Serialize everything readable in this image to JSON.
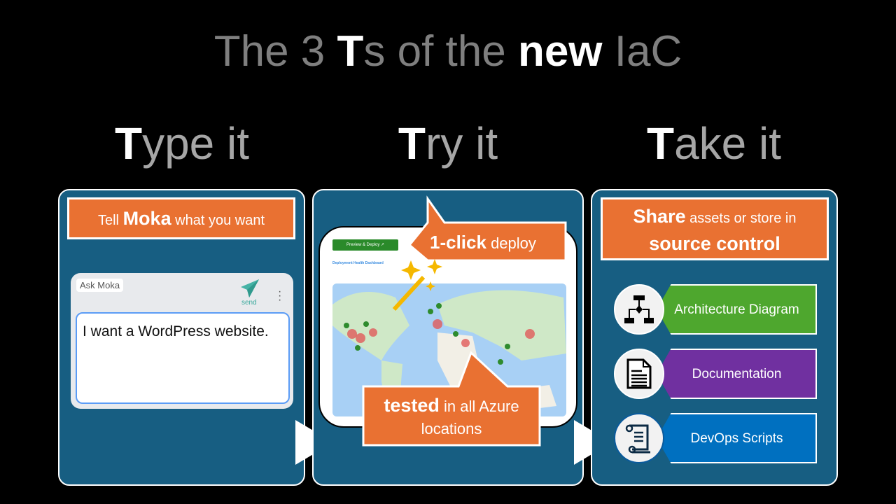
{
  "title": {
    "pre": "The 3 ",
    "t": "T",
    "mid": "s of the ",
    "new": "new",
    "post": " IaC"
  },
  "columns": [
    {
      "initial": "T",
      "rest": "ype it"
    },
    {
      "initial": "T",
      "rest": "ry it"
    },
    {
      "initial": "T",
      "rest": "ake it"
    }
  ],
  "type_panel": {
    "banner_pre": "Tell ",
    "banner_bold": "Moka",
    "banner_post": " what you want",
    "chat_label": "Ask Moka",
    "send_label": "send",
    "input_value": "I want a WordPress website."
  },
  "try_panel": {
    "preview_button": "Preview & Deploy ↗",
    "dashboard_title": "Deployment Health Dashboard",
    "callout1_bold": "1-click",
    "callout1_rest": " deploy",
    "callout2_bold": "tested",
    "callout2_rest": " in all Azure locations"
  },
  "take_panel": {
    "banner_bold1": "Share",
    "banner_rest": " assets or store in",
    "banner_bold2": "source control",
    "items": [
      {
        "label": "Architecture Diagram",
        "color": "#4ea72e"
      },
      {
        "label": "Documentation",
        "color": "#7030a0"
      },
      {
        "label": "DevOps Scripts",
        "color": "#0070c0"
      }
    ]
  },
  "colors": {
    "panel": "#175e82",
    "orange": "#e97132"
  }
}
